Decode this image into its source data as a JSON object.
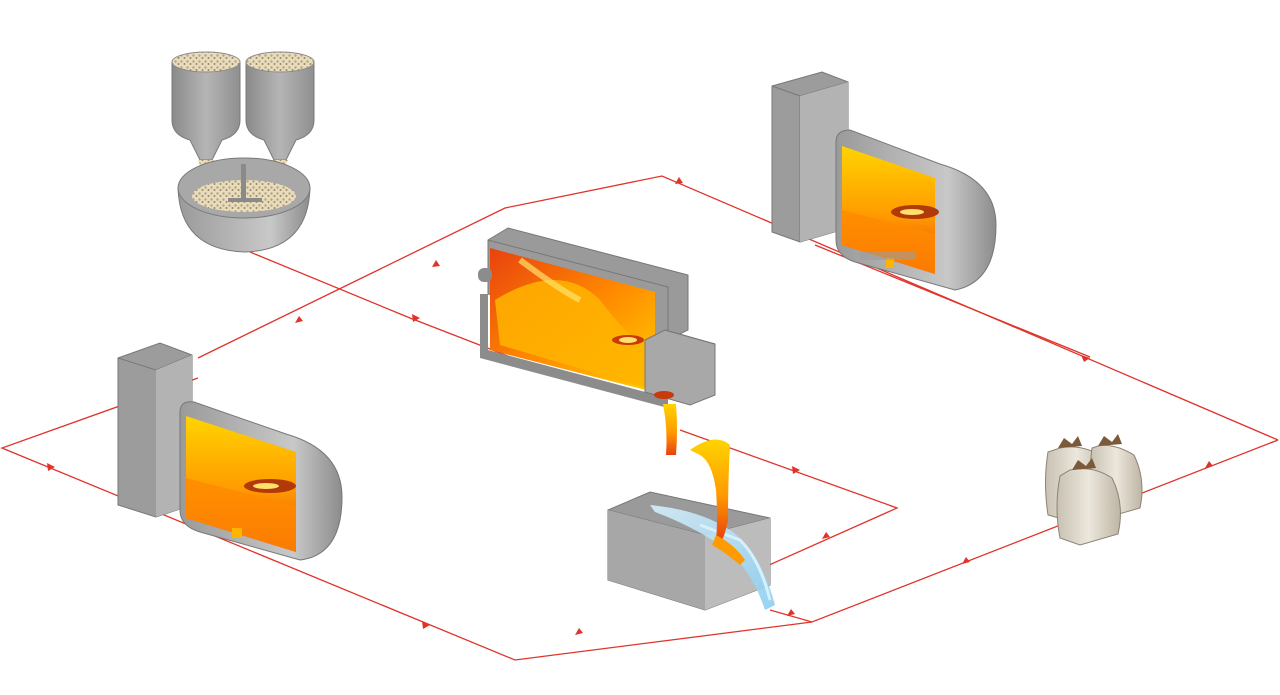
{
  "diagram": {
    "line_color": "#e0342b",
    "metal_colors": {
      "deep": "#e8420e",
      "mid": "#ff8a00",
      "light": "#ffd400"
    },
    "steel_colors": {
      "dark": "#7d7d7d",
      "mid": "#9c9c9c",
      "light": "#c4c4c4"
    },
    "water_color": "#a9dcf5",
    "components": [
      {
        "id": "raw-material-hoppers-and-mixer",
        "icon": "hopper-mixer-icon"
      },
      {
        "id": "smelting-furnace",
        "icon": "smelting-furnace-icon"
      },
      {
        "id": "rotary-furnace-left",
        "icon": "rotary-furnace-icon"
      },
      {
        "id": "rotary-furnace-right",
        "icon": "rotary-furnace-icon"
      },
      {
        "id": "granulation-tank",
        "icon": "water-tank-icon"
      },
      {
        "id": "product-bags",
        "icon": "sack-icon"
      }
    ]
  }
}
